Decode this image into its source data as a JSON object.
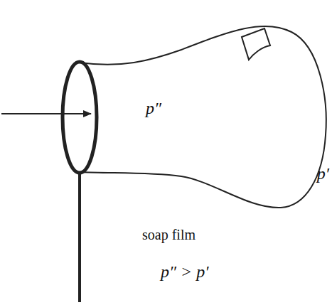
{
  "diagram": {
    "labels": [
      "p″",
      "p′",
      "soap film",
      "p″ > p′"
    ]
  }
}
